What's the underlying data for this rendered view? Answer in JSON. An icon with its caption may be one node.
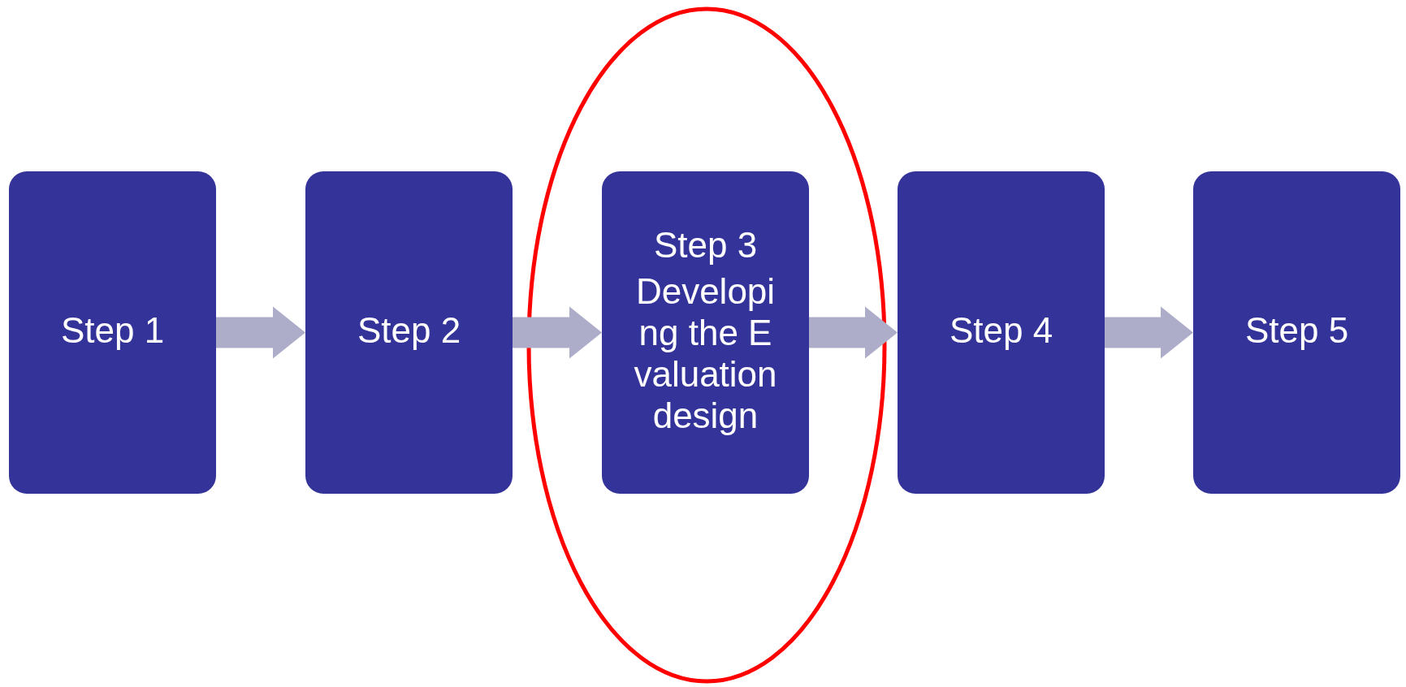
{
  "diagram": {
    "nodes": [
      {
        "text": [
          "Step 1"
        ]
      },
      {
        "text": [
          "Step 2"
        ]
      },
      {
        "text": [
          "Step 3",
          "Developing the Evaluation design"
        ]
      },
      {
        "text": [
          "Step 4"
        ]
      },
      {
        "text": [
          "Step 5"
        ]
      }
    ],
    "edges": [
      {
        "from": 0,
        "to": 1,
        "arrow": "to"
      },
      {
        "from": 1,
        "to": 2,
        "arrow": "to"
      },
      {
        "from": 2,
        "to": 3,
        "arrow": "to"
      },
      {
        "from": 3,
        "to": 4,
        "arrow": "to"
      }
    ]
  }
}
